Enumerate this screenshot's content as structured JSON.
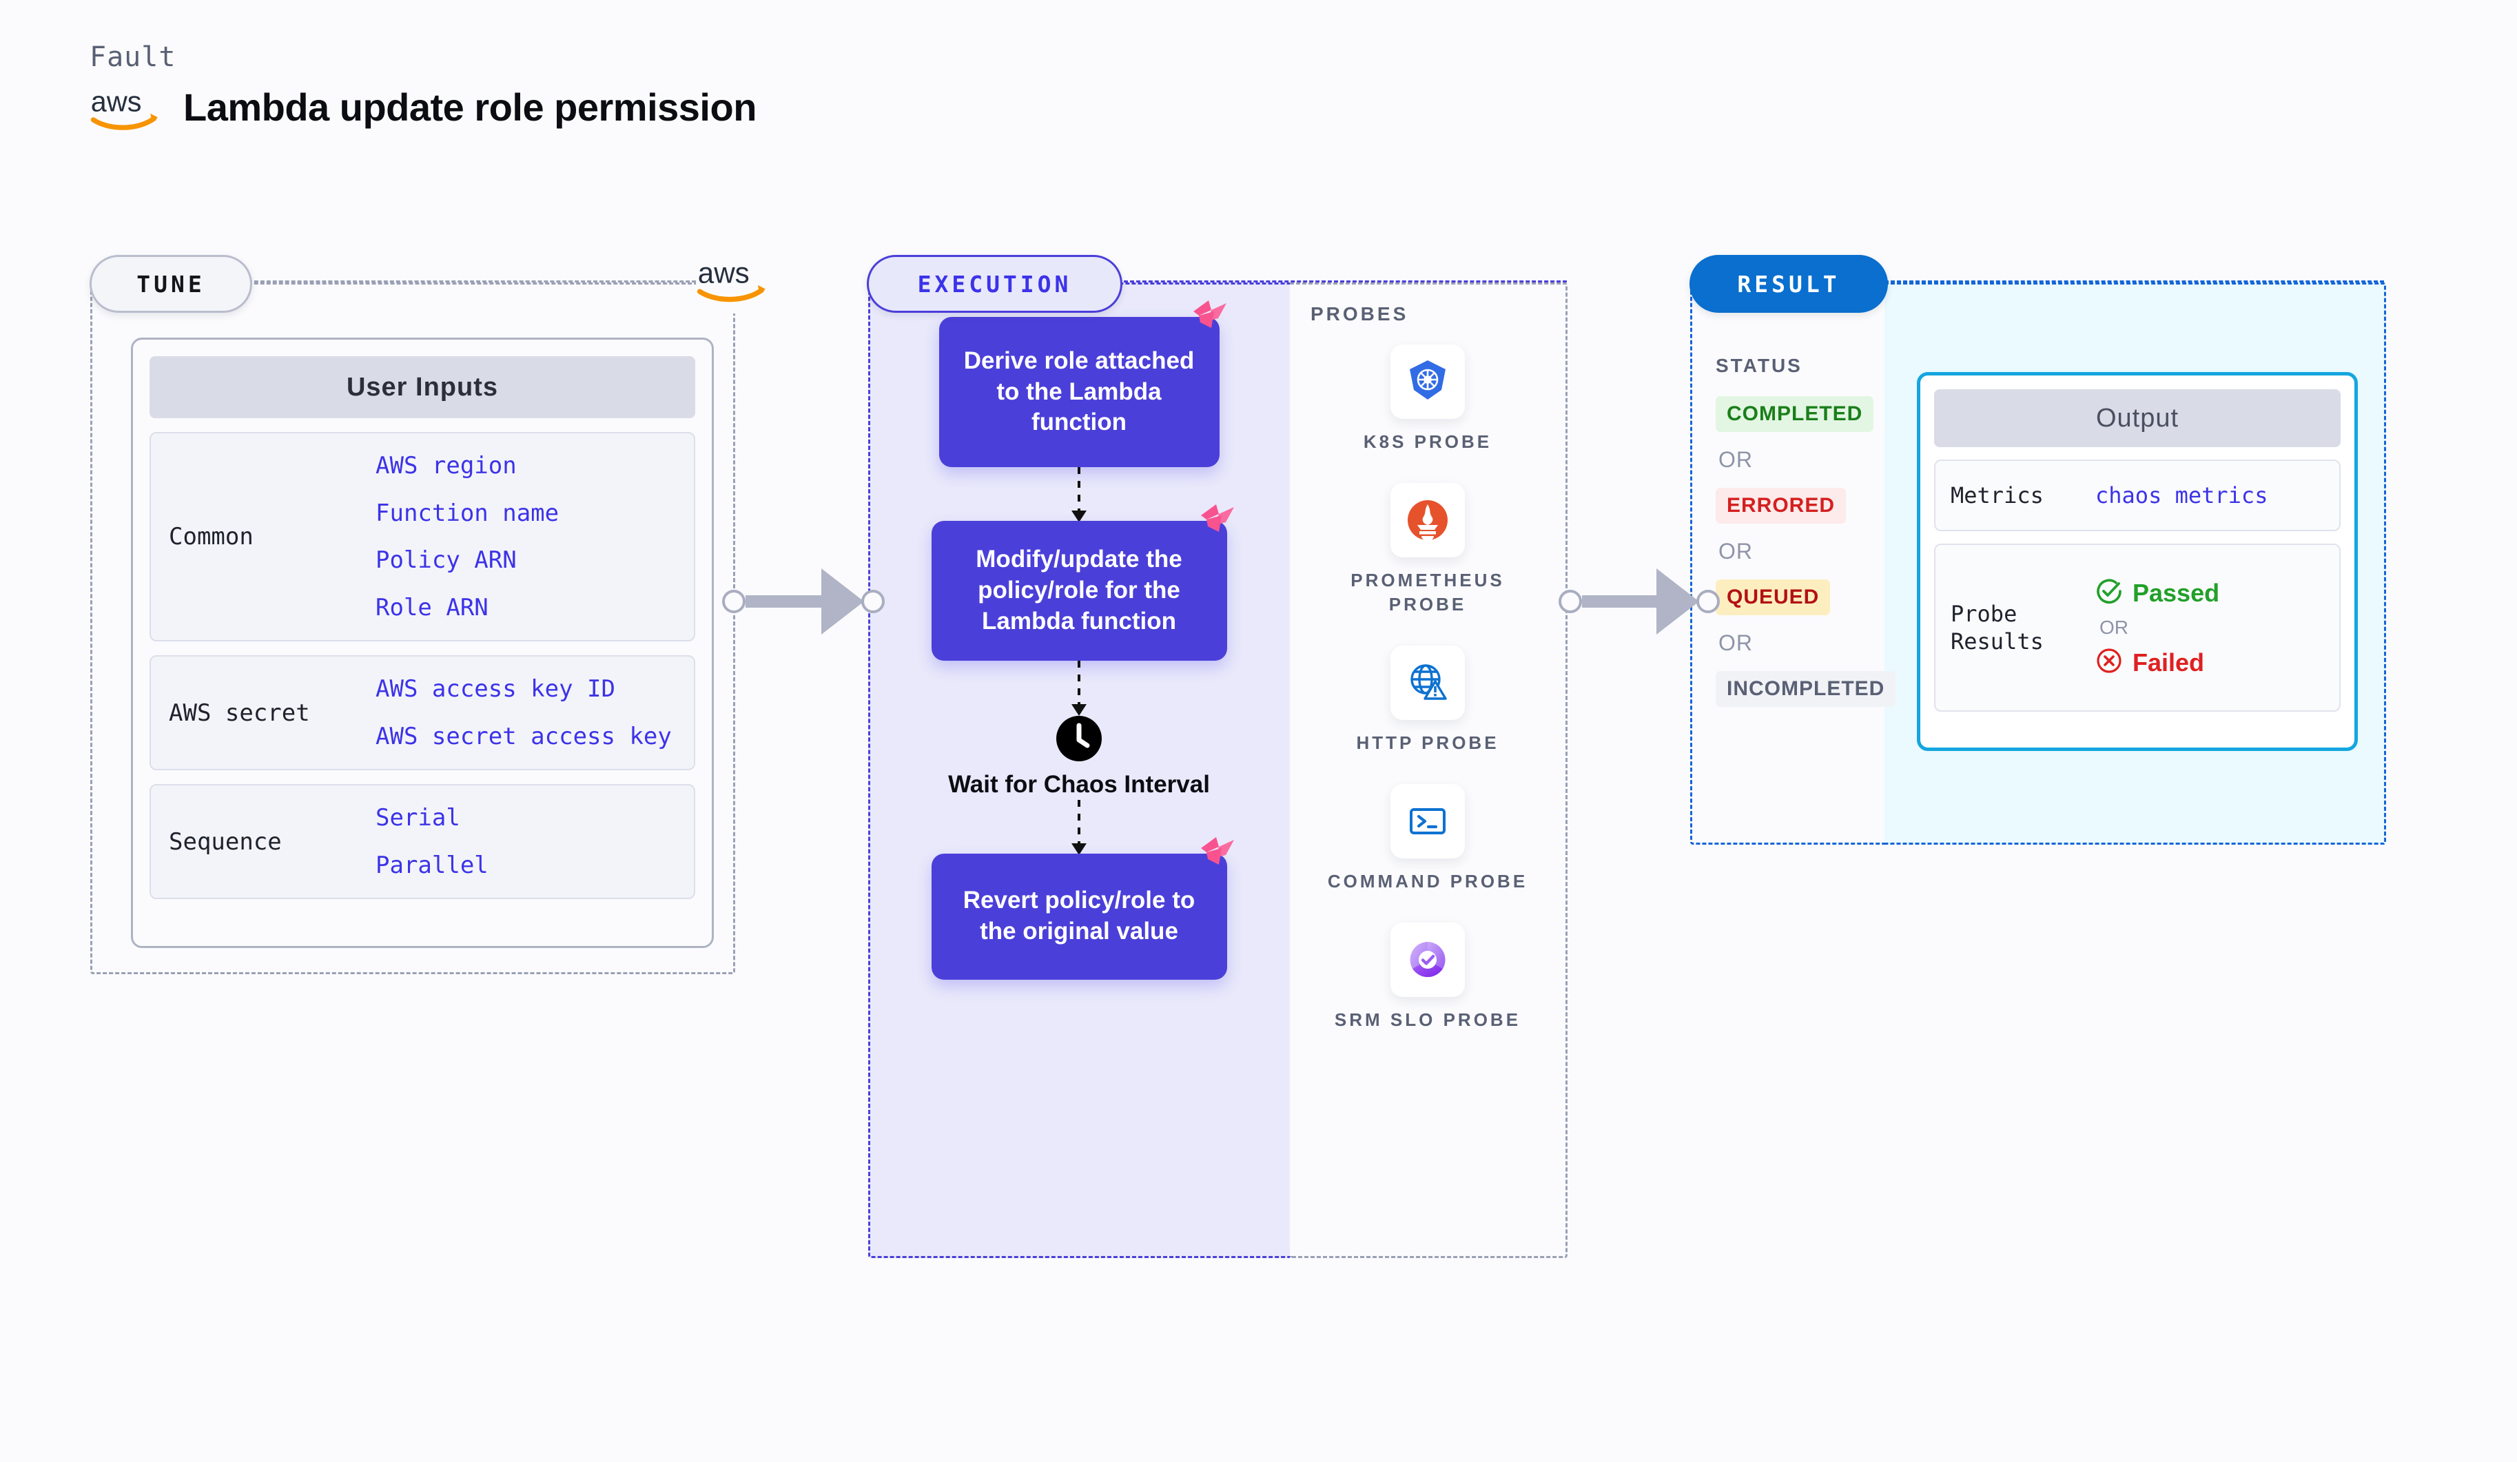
{
  "header": {
    "fault_label": "Fault",
    "title": "Lambda update role permission",
    "logo": "aws-logo"
  },
  "tune": {
    "badge": "TUNE",
    "edge_logo": "aws-logo",
    "card_title": "User Inputs",
    "groups": [
      {
        "label": "Common",
        "values": [
          "AWS region",
          "Function name",
          "Policy ARN",
          "Role ARN"
        ]
      },
      {
        "label": "AWS secret",
        "values": [
          "AWS access key ID",
          "AWS secret access key"
        ]
      },
      {
        "label": "Sequence",
        "values": [
          "Serial",
          "Parallel"
        ]
      }
    ]
  },
  "execution": {
    "badge": "EXECUTION",
    "steps": [
      {
        "type": "box",
        "text": "Derive role attached to the Lambda function",
        "flag": "litmus-flag-icon"
      },
      {
        "type": "box",
        "text": "Modify/update the policy/role for the Lambda function",
        "flag": "litmus-flag-icon"
      },
      {
        "type": "wait",
        "text": "Wait for Chaos Interval",
        "icon": "clock-icon"
      },
      {
        "type": "box",
        "text": "Revert policy/role to the original value",
        "flag": "litmus-flag-icon"
      }
    ]
  },
  "probes": {
    "title": "PROBES",
    "items": [
      {
        "label": "K8S PROBE",
        "icon": "kubernetes-icon"
      },
      {
        "label": "PROMETHEUS PROBE",
        "icon": "prometheus-icon"
      },
      {
        "label": "HTTP PROBE",
        "icon": "globe-warning-icon"
      },
      {
        "label": "COMMAND PROBE",
        "icon": "terminal-icon"
      },
      {
        "label": "SRM SLO PROBE",
        "icon": "srm-slo-icon"
      }
    ]
  },
  "result": {
    "badge": "RESULT",
    "status_title": "STATUS",
    "or_label": "OR",
    "statuses": [
      {
        "label": "COMPLETED",
        "color": "#1a7f1a",
        "bg": "#e3f6e3"
      },
      {
        "label": "ERRORED",
        "color": "#d32020",
        "bg": "#fdeaea"
      },
      {
        "label": "QUEUED",
        "color": "#b31111",
        "bg": "#fdeec0"
      },
      {
        "label": "INCOMPLETED",
        "color": "#5a6074",
        "bg": "#f1f2f6"
      }
    ],
    "output": {
      "title": "Output",
      "metrics_label": "Metrics",
      "metrics_value": "chaos metrics",
      "probe_results_label": "Probe Results",
      "passed_label": "Passed",
      "failed_label": "Failed",
      "or_label": "OR",
      "passed_color": "#22a02a",
      "failed_color": "#e02020"
    }
  },
  "colors": {
    "accent_purple": "#3c33e8",
    "exec_box": "#4b3fd9",
    "result_blue": "#0a6fce",
    "output_border": "#14a6e0",
    "litmus_pink": "#f9538f",
    "aws_orange": "#f79400",
    "page_bg": "#fbfbfd"
  }
}
